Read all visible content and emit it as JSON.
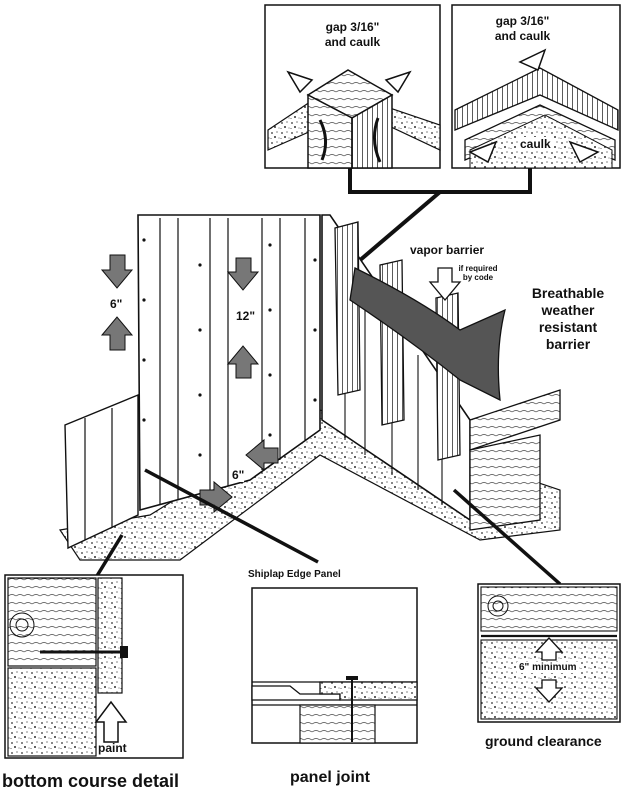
{
  "callouts": {
    "outside_corner_gap": [
      "gap 3/16\"",
      "and caulk"
    ],
    "inside_corner_gap": [
      "gap 3/16\"",
      "and caulk"
    ],
    "inside_corner_caulk": "caulk",
    "vapor_barrier": "vapor barrier",
    "vapor_barrier_note": [
      "if required",
      "by code"
    ],
    "wrb": [
      "Breathable",
      "weather",
      "resistant",
      "barrier"
    ],
    "dim_6_top": "6\"",
    "dim_12": "12\"",
    "dim_6_bottom": "6\"",
    "shiplap_title": "Shiplap Edge Panel",
    "paint": "paint",
    "six_minimum": "6\" minimum"
  },
  "captions": {
    "bottom_course": "bottom course detail",
    "panel_joint": "panel joint",
    "ground_clearance": "ground clearance"
  },
  "colors": {
    "ink": "#111111",
    "vapor_barrier": "#555555",
    "arrow_fill": "#777777",
    "gravel": "#c8c8c8",
    "background": "#ffffff"
  }
}
